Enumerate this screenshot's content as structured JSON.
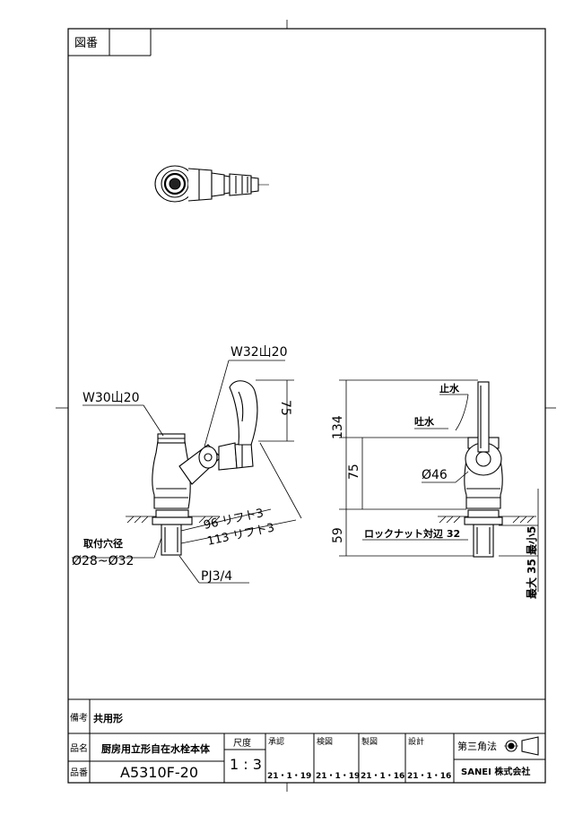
{
  "drawing_no_label": "図番",
  "dims": {
    "w32": "W32山20",
    "w30": "W30山20",
    "d75_top": "75",
    "lift96": "96 リフト3",
    "lift113": "113 リフト3",
    "mount_hole_label": "取付穴径",
    "mount_hole_value": "Ø28~Ø32",
    "pj": "PJ3/4",
    "d134": "134",
    "d75_front": "75",
    "d59": "59",
    "stop": "止水",
    "spout": "吐水",
    "dia46": "Ø46",
    "locknut": "ロックナット対辺 32",
    "range": "最大 35 最小5"
  },
  "title_block": {
    "remarks_label": "備考",
    "remarks_value": "共用形",
    "name_label": "品名",
    "name_value": "厨房用立形自在水栓本体",
    "number_label": "品番",
    "number_value": "A5310F-20",
    "scale_label": "尺度",
    "scale_value": "1 : 3",
    "approve_label": "承認",
    "approve_date": "21・1・19",
    "check_label": "検図",
    "check_date": "21・1・19",
    "draw_label": "製図",
    "draw_date": "21・1・16",
    "design_label": "設計",
    "design_date": "21・1・16",
    "projection_label": "第三角法",
    "company": "SANEI 株式会社"
  }
}
